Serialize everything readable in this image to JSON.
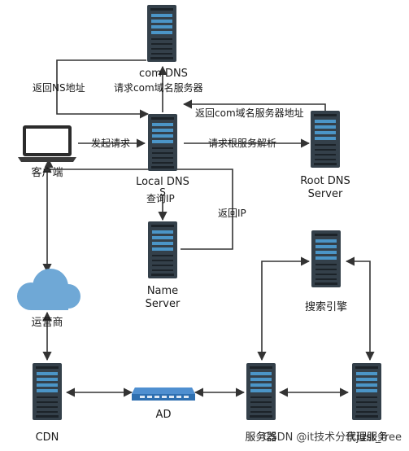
{
  "nodes": {
    "com_dns": "com DNS",
    "local_dns": "Local DNS",
    "local_dns_sub": "S",
    "root_dns_1": "Root DNS",
    "root_dns_2": "Server",
    "name_server_1": "Name",
    "name_server_2": "Server",
    "client": "客户端",
    "carrier": "运营商",
    "search_engine": "搜索引擎",
    "cdn": "CDN",
    "ad": "AD",
    "server_mid": "服务器",
    "server_right": "代理服务"
  },
  "edges": {
    "return_ns": "返回NS地址",
    "request_com": "请求com域名服务器",
    "return_com": "返回com域名服务器地址",
    "initiate": "发起请求",
    "request_root": "请求根服务解析",
    "query_ip": "查询IP",
    "return_ip": "返回IP"
  },
  "watermark": "CSDN @it技术分享just_free"
}
